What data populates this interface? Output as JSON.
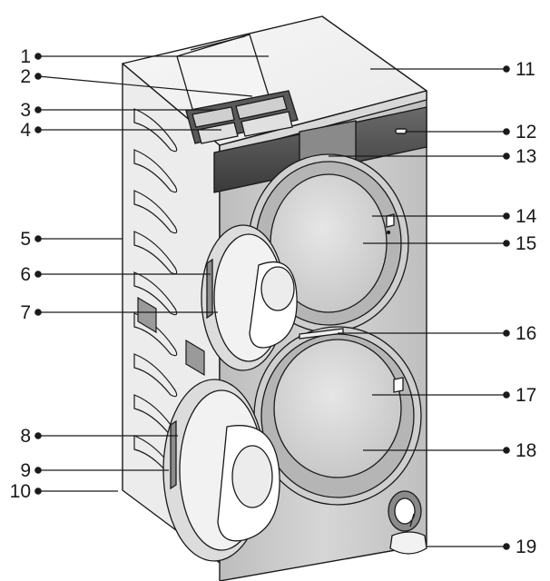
{
  "diagram": {
    "callouts_left": [
      {
        "label": "1"
      },
      {
        "label": "2"
      },
      {
        "label": "3"
      },
      {
        "label": "4"
      },
      {
        "label": "5"
      },
      {
        "label": "6"
      },
      {
        "label": "7"
      },
      {
        "label": "8"
      },
      {
        "label": "9"
      },
      {
        "label": "10"
      }
    ],
    "callouts_right": [
      {
        "label": "11"
      },
      {
        "label": "12"
      },
      {
        "label": "13"
      },
      {
        "label": "14"
      },
      {
        "label": "15"
      },
      {
        "label": "16"
      },
      {
        "label": "17"
      },
      {
        "label": "18"
      },
      {
        "label": "19"
      }
    ],
    "colors": {
      "outline": "#1a1a1a",
      "body_light": "#f2f2f2",
      "body_side": "#e4e4e4",
      "body_front": "#c9c9c9",
      "glass": "#dcdcdc",
      "panel_dark": "#555555"
    }
  }
}
